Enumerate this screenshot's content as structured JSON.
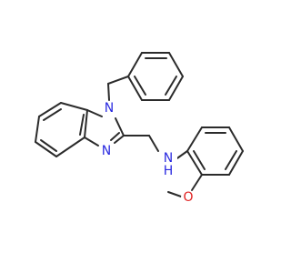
{
  "molecule": {
    "atoms": {
      "n1": "N",
      "n3": "N",
      "nh": "N",
      "h": "H",
      "o": "O"
    }
  },
  "colors": {
    "bond": "#2b2b2b",
    "nitrogen": "#2a2ae0",
    "oxygen": "#e02020"
  }
}
